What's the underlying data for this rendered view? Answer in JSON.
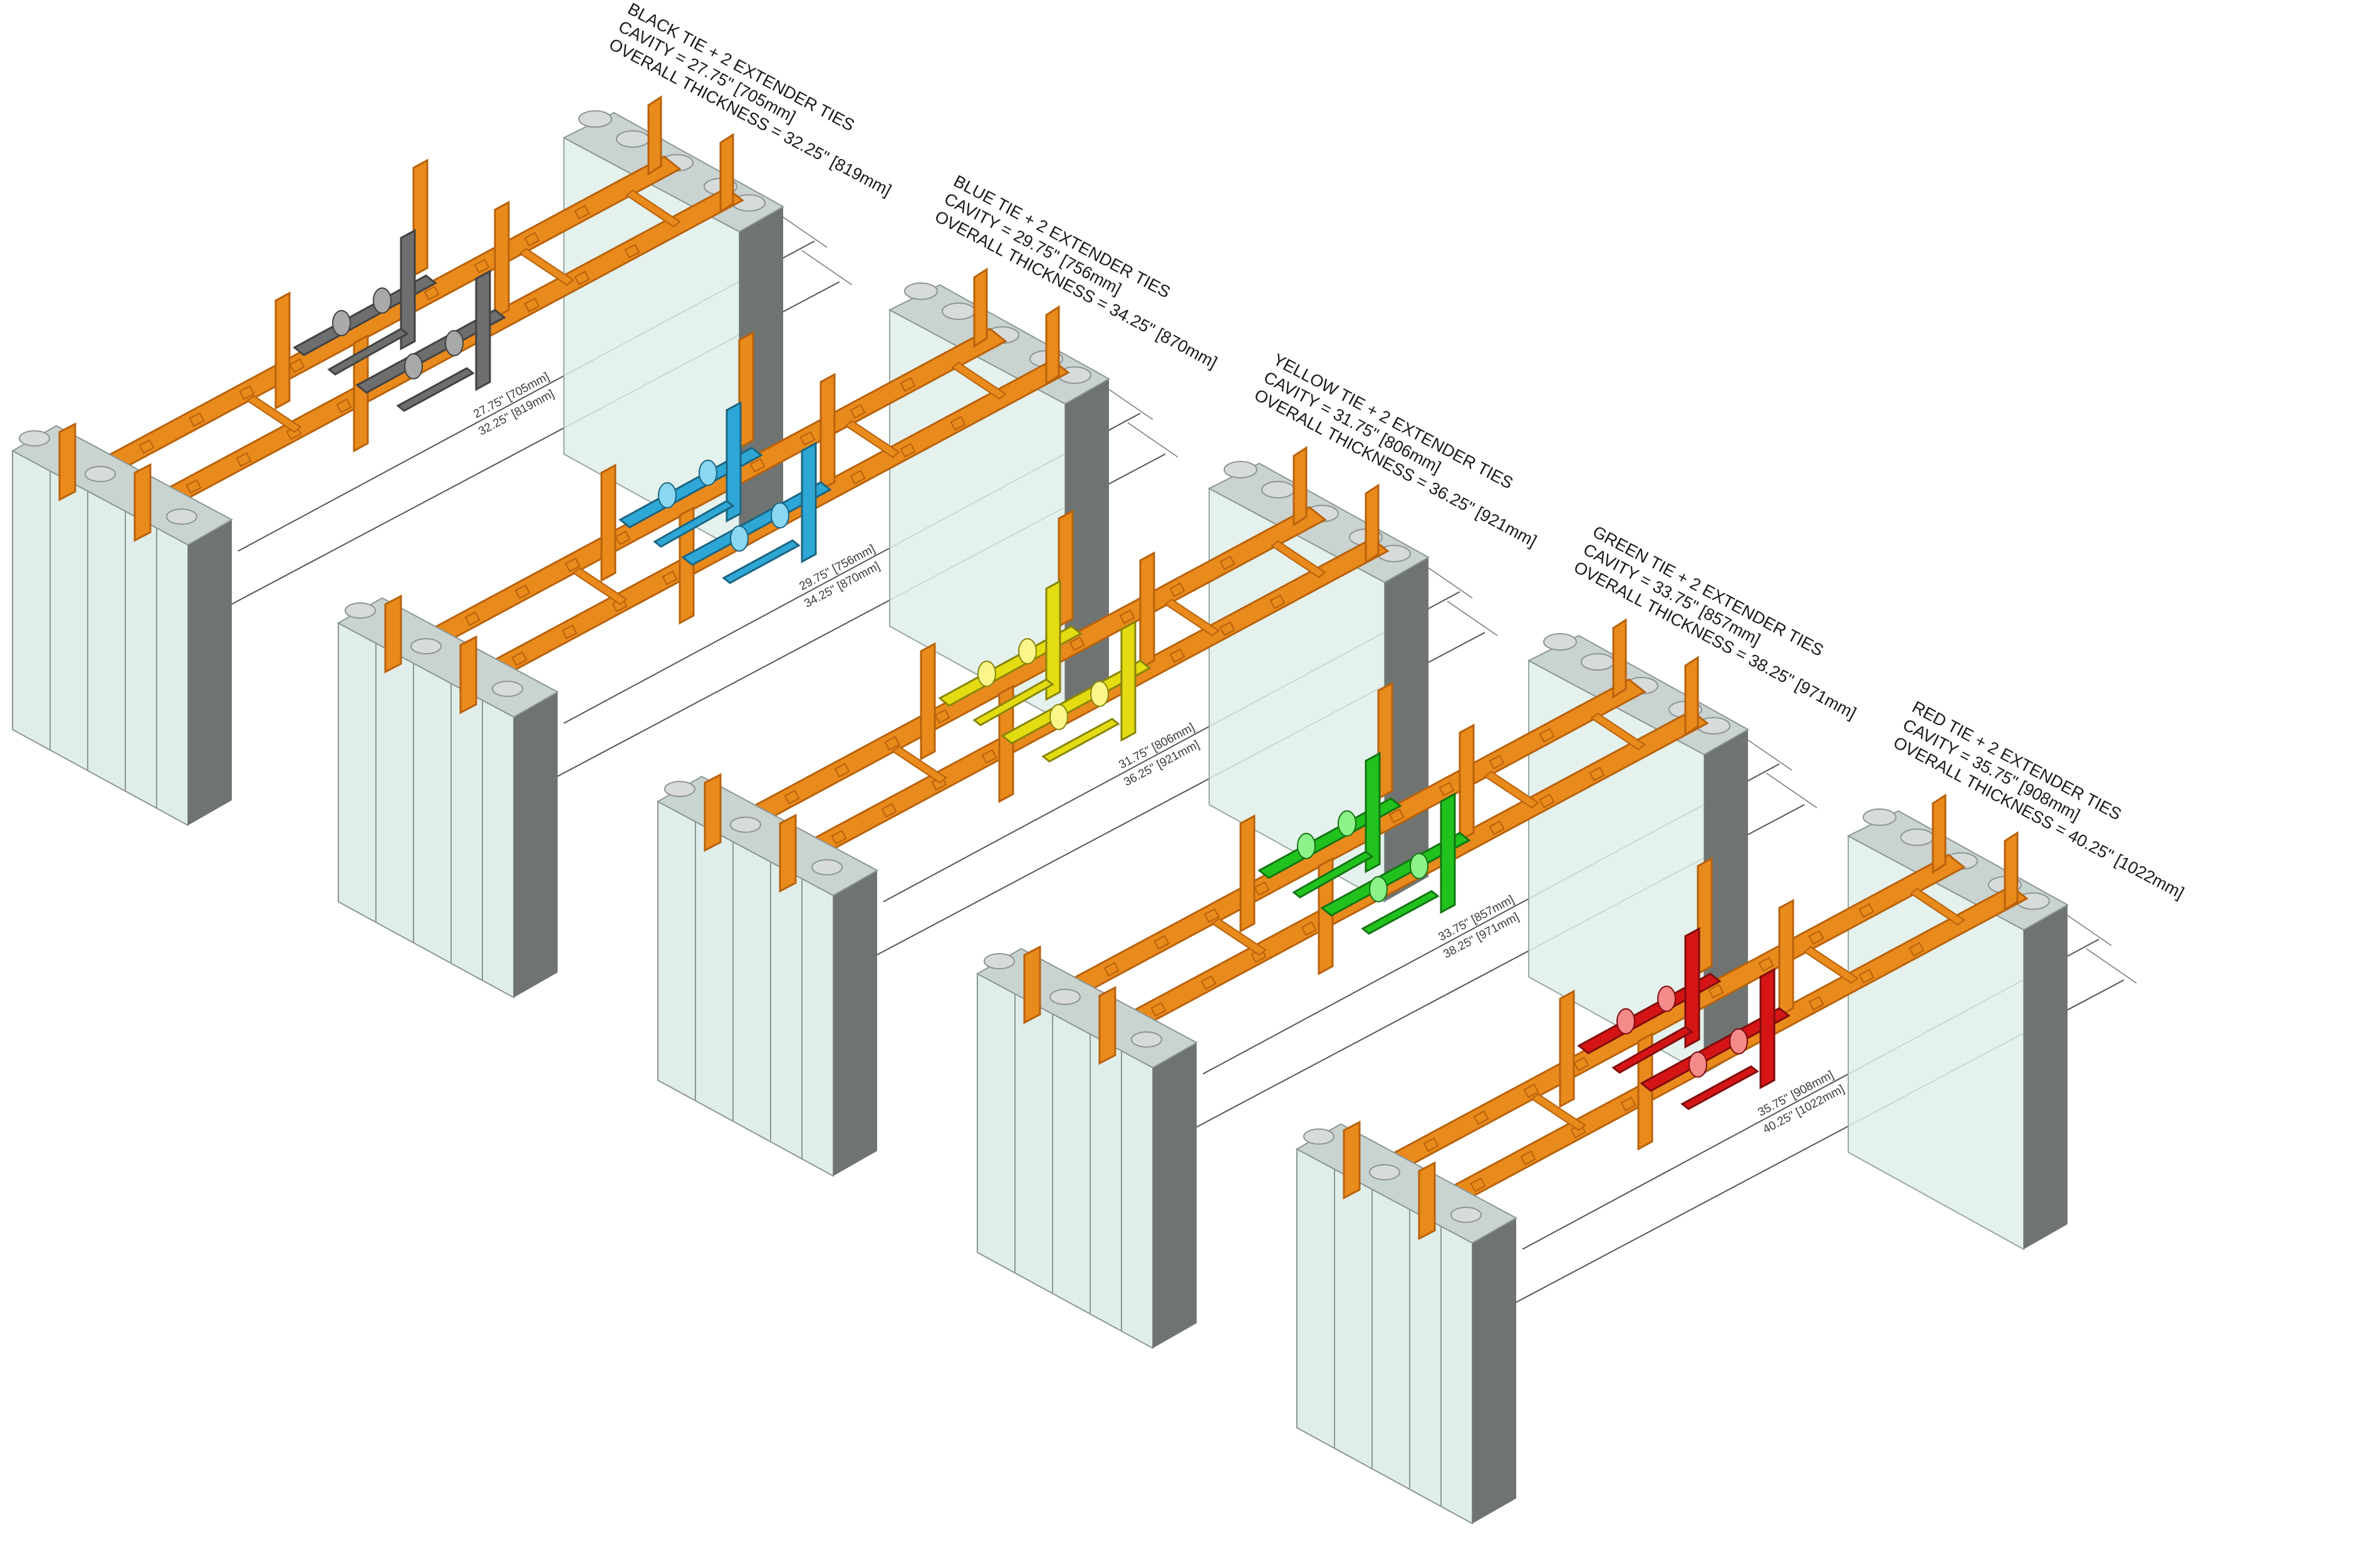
{
  "assemblies": [
    {
      "id": "black",
      "tie_color": "#6e6e6e",
      "tie_highlight": "#a9a9a9",
      "callout": {
        "line1": "BLACK TIE + 2 EXTENDER TIES",
        "line2": "CAVITY = 27.75\" [705mm]",
        "line3": "OVERALL THICKNESS = 32.25\" [819mm]"
      },
      "dims": {
        "cavity": "27.75\" [705mm]",
        "overall": "32.25\" [819mm]"
      }
    },
    {
      "id": "blue",
      "tie_color": "#2ea7d6",
      "tie_highlight": "#8ad7f2",
      "callout": {
        "line1": "BLUE TIE + 2 EXTENDER TIES",
        "line2": "CAVITY = 29.75\" [756mm]",
        "line3": "OVERALL THICKNESS = 34.25\" [870mm]"
      },
      "dims": {
        "cavity": "29.75\" [756mm]",
        "overall": "34.25\" [870mm]"
      }
    },
    {
      "id": "yellow",
      "tie_color": "#e3dc12",
      "tie_highlight": "#fbf68a",
      "callout": {
        "line1": "YELLOW TIE + 2 EXTENDER TIES",
        "line2": "CAVITY = 31.75\" [806mm]",
        "line3": "OVERALL THICKNESS = 36.25\" [921mm]"
      },
      "dims": {
        "cavity": "31.75\" [806mm]",
        "overall": "36.25\" [921mm]"
      }
    },
    {
      "id": "green",
      "tie_color": "#22c21e",
      "tie_highlight": "#8df28a",
      "callout": {
        "line1": "GREEN TIE + 2 EXTENDER TIES",
        "line2": "CAVITY = 33.75\" [857mm]",
        "line3": "OVERALL THICKNESS = 38.25\" [971mm]"
      },
      "dims": {
        "cavity": "33.75\" [857mm]",
        "overall": "38.25\" [971mm]"
      }
    },
    {
      "id": "red",
      "tie_color": "#d51515",
      "tie_highlight": "#f58a8a",
      "callout": {
        "line1": "RED TIE + 2 EXTENDER TIES",
        "line2": "CAVITY = 35.75\" [908mm]",
        "line3": "OVERALL THICKNESS = 40.25\" [1022mm]"
      },
      "dims": {
        "cavity": "35.75\" [908mm]",
        "overall": "40.25\" [1022mm]"
      }
    }
  ],
  "colors": {
    "extender_tie": "#e98a1c",
    "extender_tie_dark": "#b8620c",
    "panel_face": "#dfeeea",
    "panel_side": "#6f7472",
    "panel_top": "#c9d3d0",
    "connector": "#d7dbdb",
    "dimension_line": "#555555"
  }
}
